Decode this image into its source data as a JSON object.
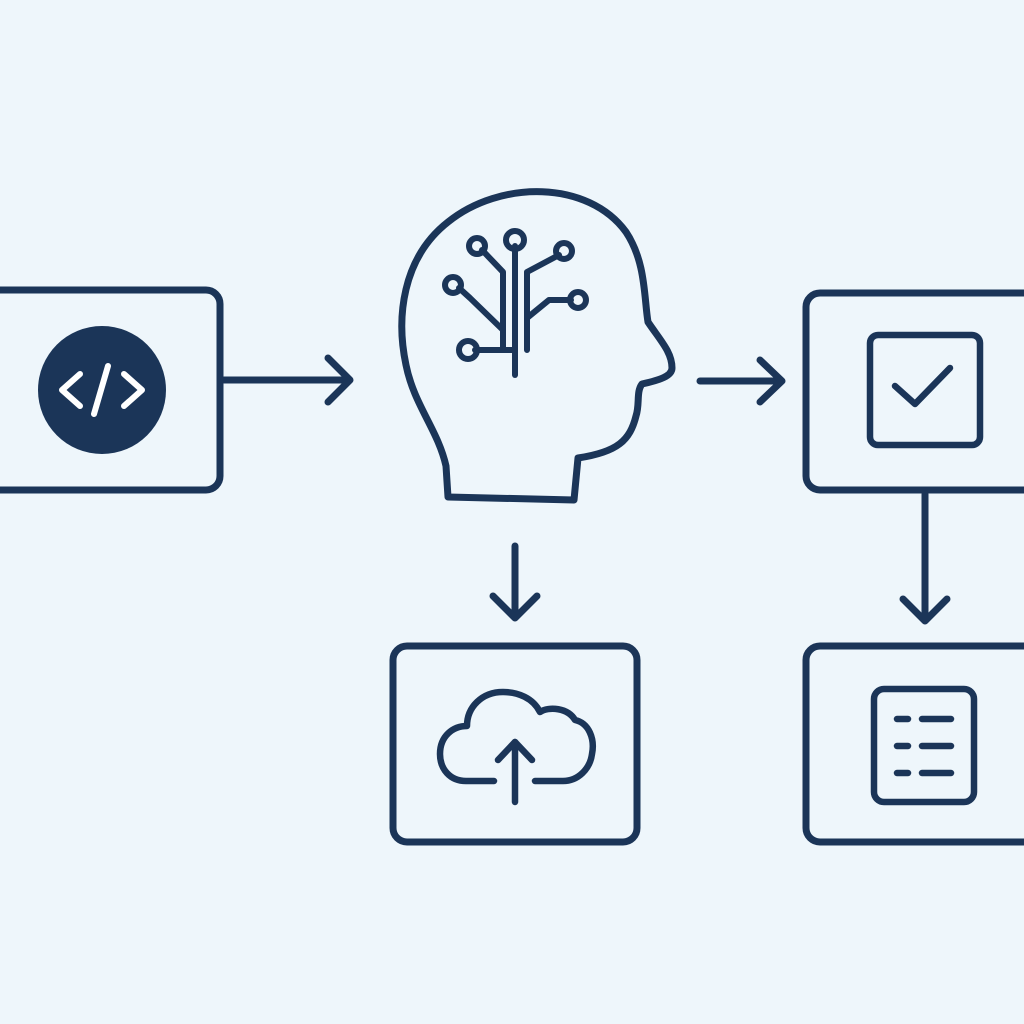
{
  "diagram": {
    "colors": {
      "background": "#eef6fb",
      "stroke": "#1b3558",
      "fill_dark": "#1b3558",
      "icon_light": "#ffffff"
    },
    "nodes": [
      {
        "id": "code",
        "icon": "code-icon"
      },
      {
        "id": "ai-brain",
        "icon": "brain-circuit-icon"
      },
      {
        "id": "cloud-upload",
        "icon": "cloud-upload-icon"
      },
      {
        "id": "approval",
        "icon": "checkbox-check-icon"
      },
      {
        "id": "report",
        "icon": "document-list-icon"
      }
    ],
    "edges": [
      {
        "from": "code",
        "to": "ai-brain"
      },
      {
        "from": "ai-brain",
        "to": "approval"
      },
      {
        "from": "ai-brain",
        "to": "cloud-upload"
      },
      {
        "from": "approval",
        "to": "report"
      }
    ]
  }
}
